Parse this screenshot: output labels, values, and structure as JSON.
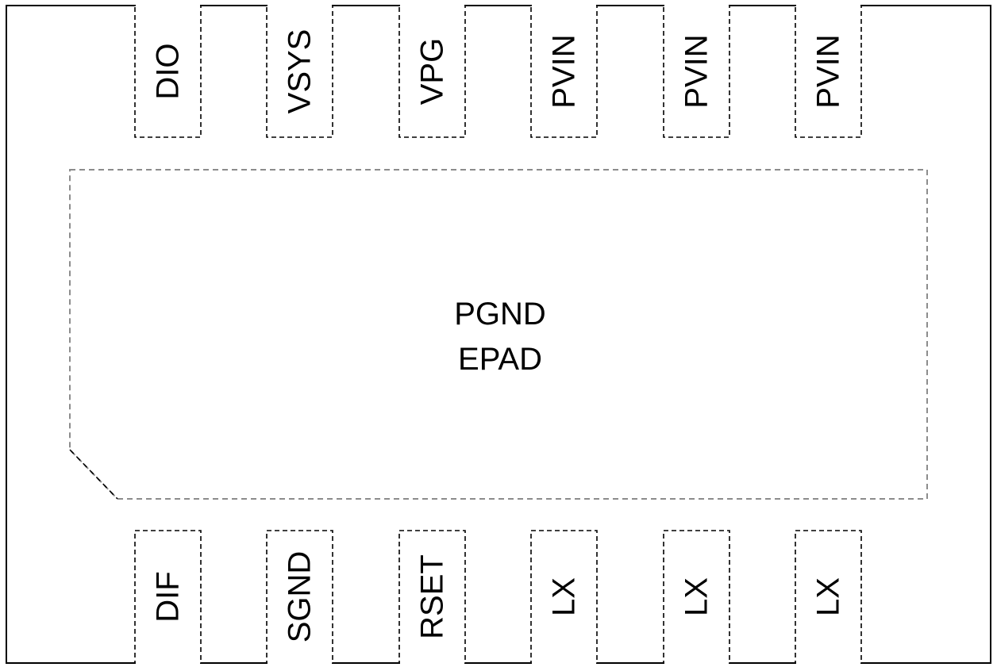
{
  "package": {
    "top_pins": [
      "DIO",
      "VSYS",
      "VPG",
      "PVIN",
      "PVIN",
      "PVIN"
    ],
    "bottom_pins": [
      "DIF",
      "SGND",
      "RSET",
      "LX",
      "LX",
      "LX"
    ],
    "exposed_pad": {
      "line1": "PGND",
      "line2": "EPAD"
    }
  }
}
